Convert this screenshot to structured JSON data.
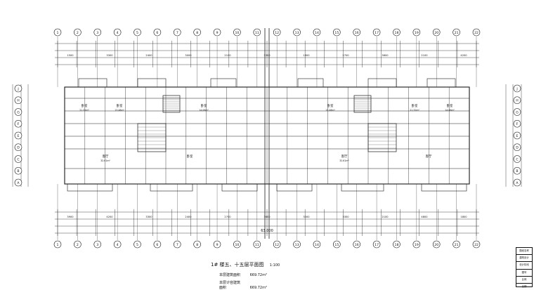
{
  "drawing": {
    "title": "1# 楼五、十五层平面图",
    "scale": "1:100",
    "areas": [
      {
        "label": "本层建筑面积",
        "value": "669.72m²"
      },
      {
        "label": "本层计容建筑面积",
        "value": "669.72m²"
      }
    ],
    "overall_dimension": "63.000",
    "top_grid_bubbles": [
      "1",
      "2",
      "3",
      "4",
      "5",
      "6",
      "7",
      "8",
      "9",
      "10",
      "11",
      "12",
      "13",
      "14",
      "15",
      "16",
      "17",
      "18",
      "19",
      "20",
      "21",
      "22"
    ],
    "left_grid_bubbles": [
      "J",
      "H",
      "G",
      "F",
      "E",
      "D",
      "C",
      "B",
      "A"
    ],
    "right_grid_bubbles": [
      "J",
      "H",
      "G",
      "F",
      "E",
      "D",
      "C",
      "B",
      "A"
    ],
    "top_dimension_labels": [
      "1500",
      "3300",
      "2400",
      "3000",
      "2100",
      "3300",
      "1800",
      "2700",
      "3600",
      "2100",
      "4200"
    ],
    "bottom_dimension_labels": [
      "3900",
      "4200",
      "3300",
      "2400",
      "2700",
      "3600",
      "3000",
      "3300",
      "2100",
      "4800",
      "1800"
    ],
    "room_labels": [
      "卧室",
      "卧室",
      "客厅",
      "卧室",
      "卧室",
      "客厅",
      "卧室",
      "卧室",
      "客厅",
      "卧室"
    ],
    "room_area_labels": [
      "21.32m²",
      "13.48m²",
      "32.61m²",
      "14.06m²",
      "21.32m²",
      "32.61m²",
      "13.48m²",
      "14.06m²"
    ],
    "title_block_rows": [
      "图纸名称",
      "建筑设计",
      "设计阶段",
      "图号",
      "比例",
      "日期"
    ]
  }
}
